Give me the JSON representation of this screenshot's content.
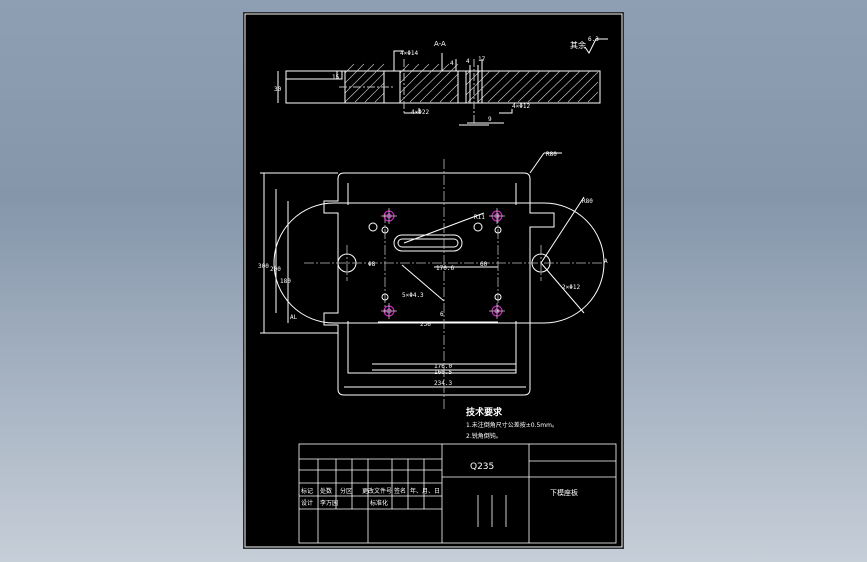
{
  "section_label": "A-A",
  "roughness": {
    "label": "其余",
    "value": "6.3"
  },
  "section_dims": {
    "holes_top_left": "4×Φ14",
    "holes_bottom_left": "4×Φ22",
    "holes_bottom_right": "4×Φ12",
    "height_total": "30",
    "step_height": "15",
    "dim_a": "4",
    "dim_b": "4",
    "dim_c": "17",
    "dim_d": "9"
  },
  "plan_dims": {
    "corner_r": "R80",
    "right_r": "R80",
    "overall_height": "300",
    "inner_height_1": "200",
    "inner_height_2": "180",
    "width_1": "176.0",
    "width_2": "160.5",
    "width_3": "234.3",
    "center_span": "170.6",
    "slot_dim": "5×Φ4.3",
    "hole_dia": "Φ8",
    "small_dim": "60",
    "r_small": "R11",
    "width_left": "236",
    "bottom_small": "6",
    "right_holes": "2×Φ12",
    "left_small": "AL",
    "section_mark_right": "A",
    "section_mark_right_2": "A"
  },
  "tech_req": {
    "title": "技术要求",
    "items": [
      "1.未注倒角尺寸公差按±0.5mm。",
      "2.锐角倒钝。"
    ]
  },
  "title_block": {
    "material": "Q235",
    "part_name": "下模座板",
    "headers": [
      "标记",
      "处数",
      "分区",
      "更改文件号",
      "签名",
      "年、月、日"
    ],
    "row2": [
      "设计",
      "李万园",
      "",
      "标准化"
    ]
  }
}
